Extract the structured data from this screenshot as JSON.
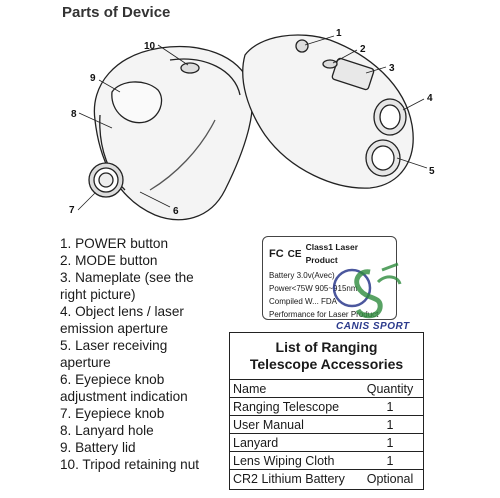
{
  "title": "Parts of Device",
  "callouts": [
    "1",
    "2",
    "3",
    "4",
    "5",
    "6",
    "7",
    "8",
    "9",
    "10"
  ],
  "parts": [
    "1. POWER button",
    "2. MODE button",
    "3. Nameplate (see the",
    "right picture)",
    "4. Object lens / laser",
    "emission aperture",
    "5. Laser receiving",
    "aperture",
    "6. Eyepiece knob",
    "adjustment indication",
    "7. Eyepiece knob",
    "8. Lanyard hole",
    "9. Battery lid",
    "10. Tripod retaining nut"
  ],
  "nameplate": {
    "fc": "FC",
    "ce": "CE",
    "heading": "Class1 Laser Product",
    "lines": [
      "Battery 3.0v(Avec)",
      "Power<75W  905~915nm",
      "Compiled W... FDA",
      "Performance for Laser Product"
    ]
  },
  "watermark": "CANIS SPORT",
  "accessories": {
    "title_line1": "List of Ranging",
    "title_line2": "Telescope Accessories",
    "header": {
      "name": "Name",
      "qty": "Quantity"
    },
    "rows": [
      {
        "name": "Ranging Telescope",
        "qty": "1"
      },
      {
        "name": "User Manual",
        "qty": "1"
      },
      {
        "name": "Lanyard",
        "qty": "1"
      },
      {
        "name": "Lens Wiping Cloth",
        "qty": "1"
      },
      {
        "name": "CR2 Lithium Battery",
        "qty": "Optional"
      }
    ]
  }
}
